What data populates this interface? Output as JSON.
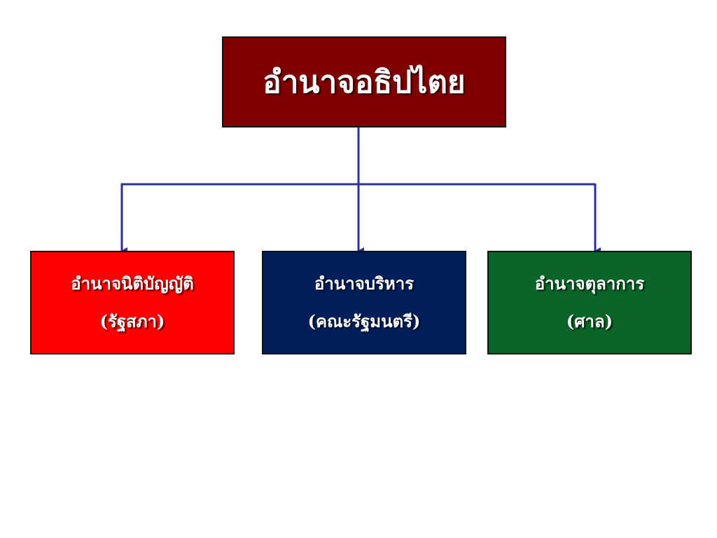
{
  "colors": {
    "root": "#800000",
    "legislative": "#ff0000",
    "executive": "#001f5b",
    "judicial": "#0b6428",
    "connector": "#2e3192"
  },
  "root": {
    "label": "อำนาจอธิปไตย"
  },
  "branches": [
    {
      "id": "legislative",
      "line1": "อำนาจนิติบัญญัติ",
      "line2": "(รัฐสภา)"
    },
    {
      "id": "executive",
      "line1": "อำนาจบริหาร",
      "line2": "(คณะรัฐมนตรี)"
    },
    {
      "id": "judicial",
      "line1": "อำนาจตุลาการ",
      "line2": "(ศาล)"
    }
  ]
}
